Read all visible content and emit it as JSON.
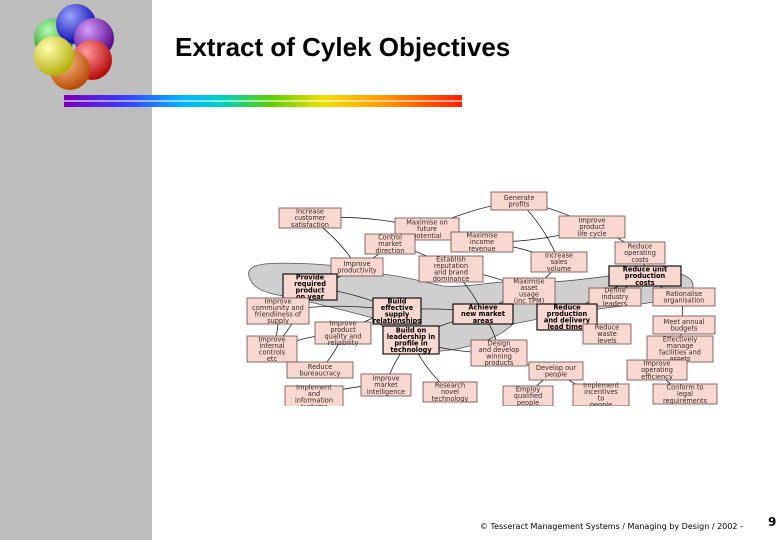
{
  "slide": {
    "title": "Extract of Cylek Objectives",
    "footer": "© Tesseract Management Systems / Managing by Design / 2002 -",
    "page_number": "9"
  },
  "colors": {
    "sidebar": "#bdbdbd",
    "node_fill": "#f8d8d0",
    "cluster_fill": "#cfcfcf",
    "logo_spheres": [
      "#2ea82e",
      "#1a1ad6",
      "#7a10a8",
      "#e11a1a",
      "#e06a10",
      "#e8e020"
    ]
  },
  "diagram": {
    "nodes": [
      {
        "id": "n1",
        "lines": [
          "Increase",
          "customer",
          "satisfaction"
        ]
      },
      {
        "id": "n2",
        "lines": [
          "Generate",
          "profits"
        ]
      },
      {
        "id": "n3",
        "lines": [
          "Maximise on",
          "future",
          "potential"
        ]
      },
      {
        "id": "n4",
        "lines": [
          "Improve",
          "product",
          "life cycle"
        ]
      },
      {
        "id": "n5",
        "lines": [
          "Control",
          "market",
          "direction"
        ]
      },
      {
        "id": "n6",
        "lines": [
          "Maximise",
          "income",
          "revenue"
        ]
      },
      {
        "id": "n7",
        "lines": [
          "Reduce",
          "operating",
          "costs"
        ]
      },
      {
        "id": "n8",
        "lines": [
          "Improve",
          "productivity"
        ]
      },
      {
        "id": "n9",
        "lines": [
          "Establish",
          "reputation",
          "and brand",
          "dominance"
        ]
      },
      {
        "id": "n10",
        "lines": [
          "Increase",
          "sales",
          "volume"
        ]
      },
      {
        "id": "n11",
        "lines": [
          "Reduce unit",
          "production",
          "costs"
        ],
        "bold": true
      },
      {
        "id": "n12",
        "lines": [
          "Provide",
          "required",
          "product",
          "on year"
        ],
        "bold": true
      },
      {
        "id": "n13",
        "lines": [
          "Maximise",
          "asset",
          "usage",
          "(inc TPM)"
        ]
      },
      {
        "id": "n14",
        "lines": [
          "Define",
          "industry",
          "leaders"
        ]
      },
      {
        "id": "n15",
        "lines": [
          "Rationalise",
          "organisation"
        ]
      },
      {
        "id": "n16",
        "lines": [
          "Improve",
          "community and",
          "friendliness of",
          "supply"
        ]
      },
      {
        "id": "n17",
        "lines": [
          "Build",
          "effective",
          "supply",
          "relationships"
        ],
        "bold": true
      },
      {
        "id": "n18",
        "lines": [
          "Achieve",
          "new market",
          "areas"
        ],
        "bold": true
      },
      {
        "id": "n19",
        "lines": [
          "Reduce",
          "production",
          "and delivery",
          "lead times"
        ],
        "bold": true
      },
      {
        "id": "n20",
        "lines": [
          "Meet annual",
          "budgets"
        ]
      },
      {
        "id": "n21",
        "lines": [
          "Improve",
          "product",
          "quality and",
          "reliability"
        ]
      },
      {
        "id": "n22",
        "lines": [
          "Build on",
          "leadership in",
          "profile in",
          "technology"
        ],
        "bold": true
      },
      {
        "id": "n23",
        "lines": [
          "Reduce",
          "waste",
          "levels"
        ]
      },
      {
        "id": "n24",
        "lines": [
          "Improve",
          "internal",
          "controls",
          "etc"
        ]
      },
      {
        "id": "n25",
        "lines": [
          "Design",
          "and develop",
          "winning",
          "products"
        ]
      },
      {
        "id": "n26",
        "lines": [
          "Effectively",
          "manage",
          "facilities and",
          "assets"
        ]
      },
      {
        "id": "n27",
        "lines": [
          "Reduce",
          "bureaucracy"
        ]
      },
      {
        "id": "n28",
        "lines": [
          "Improve",
          "market",
          "intelligence"
        ]
      },
      {
        "id": "n29",
        "lines": [
          "Develop our",
          "people"
        ]
      },
      {
        "id": "n30",
        "lines": [
          "Improve",
          "operating",
          "efficiency"
        ]
      },
      {
        "id": "n31",
        "lines": [
          "Implement",
          "and",
          "information",
          "systems"
        ]
      },
      {
        "id": "n32",
        "lines": [
          "Research",
          "novel",
          "technology"
        ]
      },
      {
        "id": "n33",
        "lines": [
          "Employ",
          "qualified",
          "people"
        ]
      },
      {
        "id": "n34",
        "lines": [
          "Implement",
          "incentives",
          "to",
          "people"
        ]
      },
      {
        "id": "n35",
        "lines": [
          "Conform to",
          "legal",
          "requirements"
        ]
      }
    ]
  }
}
